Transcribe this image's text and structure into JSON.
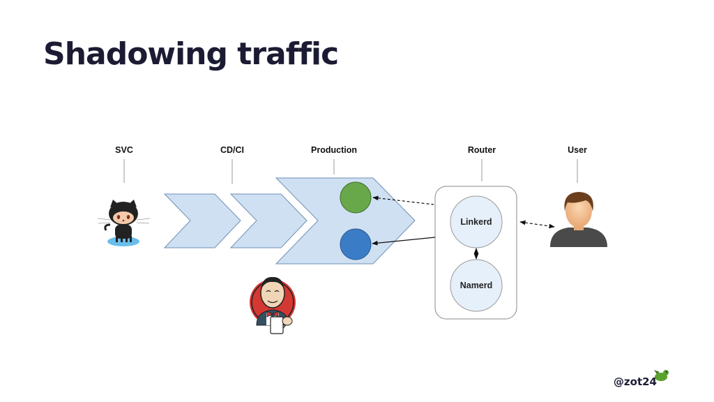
{
  "title": "Shadowing traffic",
  "lanes": {
    "svc": "SVC",
    "cdci": "CD/CI",
    "production": "Production",
    "router": "Router",
    "user": "User"
  },
  "nodes": {
    "linkerd": "Linkerd",
    "namerd": "Namerd"
  },
  "colors": {
    "title": "#1b1c33",
    "chevron_fill": "#cfe0f3",
    "chevron_stroke": "#6f8fb3",
    "green_instance": "#68a84a",
    "blue_instance": "#3b7cc6",
    "router_node": "#e6f0fa"
  },
  "icons": [
    "github-octocat-icon",
    "jenkins-butler-icon",
    "user-avatar-icon",
    "dragon-icon"
  ],
  "footer": {
    "handle": "@zot24"
  }
}
